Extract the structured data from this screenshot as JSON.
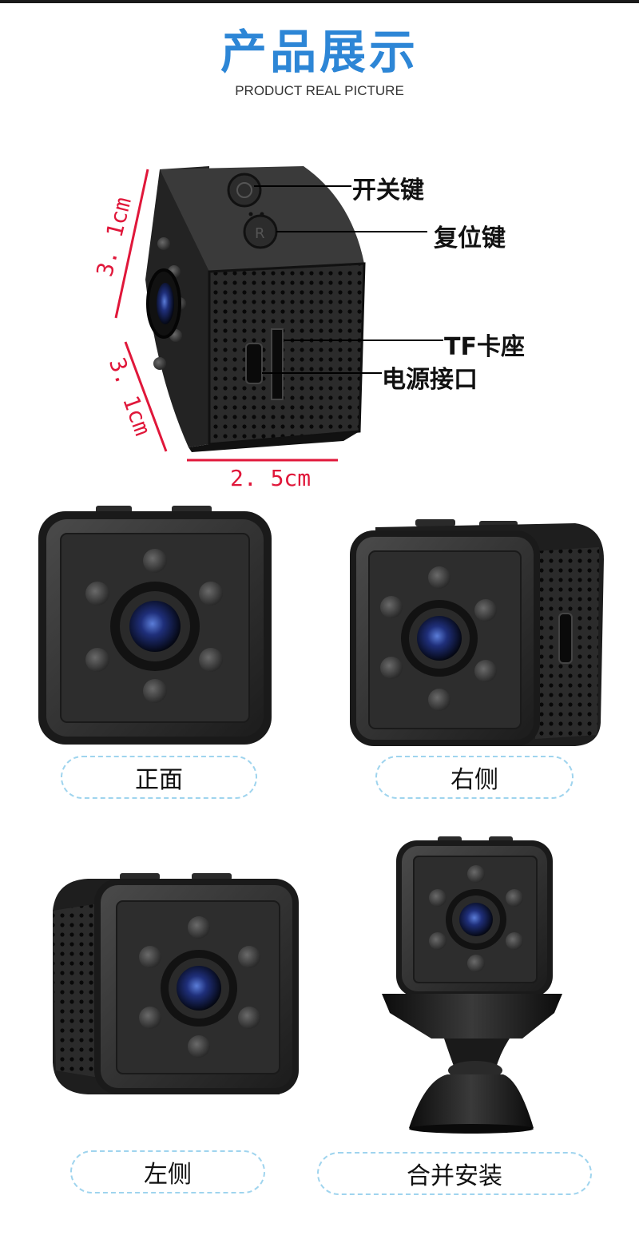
{
  "header": {
    "title": "产品展示",
    "subtitle": "PRODUCT REAL PICTURE"
  },
  "annotations": {
    "power_key": "开关键",
    "reset_key": "复位键",
    "tf_slot": "TF卡座",
    "power_port": "电源接口"
  },
  "dimensions": {
    "height": "3. 1cm",
    "depth": "3. 1cm",
    "width": "2. 5cm"
  },
  "captions": {
    "front": "正面",
    "right": "右侧",
    "left": "左侧",
    "mounted": "合并安装"
  },
  "colors": {
    "title": "#2d86d6",
    "dimension": "#e0173a",
    "caption_border": "#9fd4ee"
  }
}
